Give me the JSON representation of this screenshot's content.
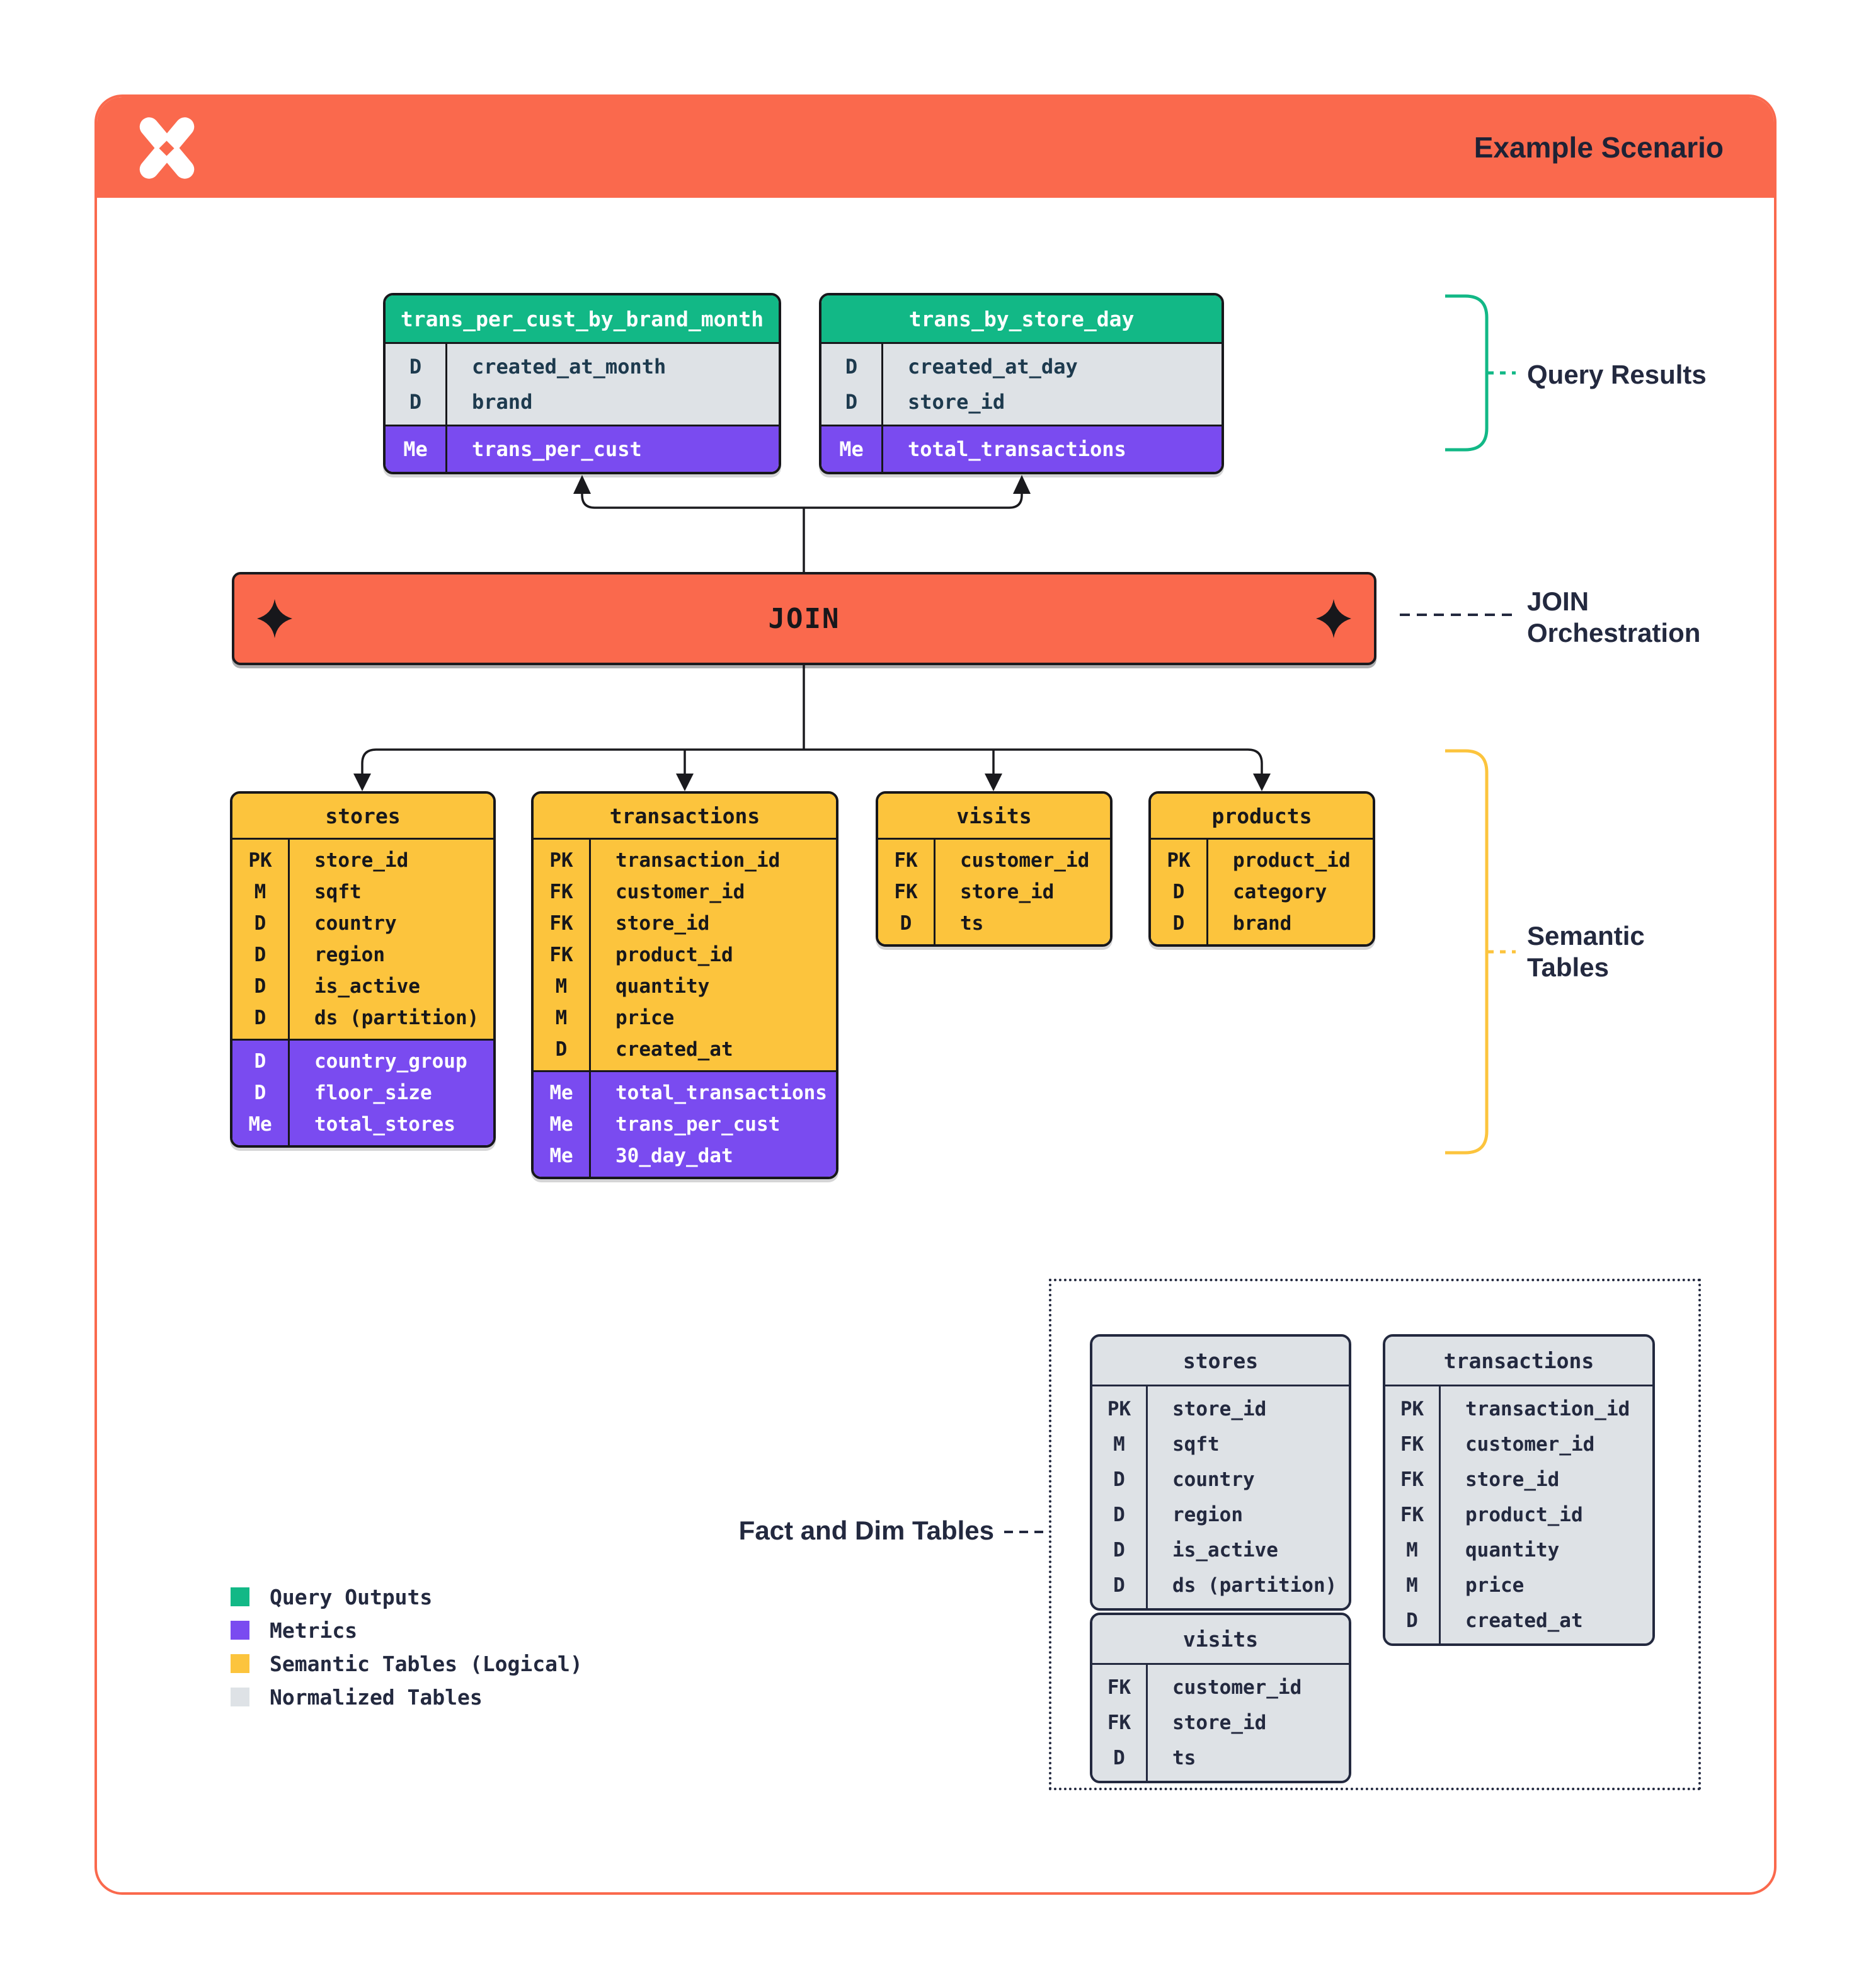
{
  "palette": {
    "orange": "#FA694D",
    "green": "#12B886",
    "purple": "#7A4BF0",
    "yellow": "#FCC43D",
    "gray": "#DEE2E6",
    "ink": "#1A1A1E",
    "navy": "#23293F"
  },
  "header": {
    "title": "Example Scenario",
    "logo": "dagster-logo"
  },
  "join": {
    "label": "JOIN"
  },
  "labels": {
    "query_results": "Query Results",
    "join_orchestration_1": "JOIN",
    "join_orchestration_2": "Orchestration",
    "semantic_1": "Semantic",
    "semantic_2": "Tables",
    "fact_dim": "Fact and Dim Tables"
  },
  "qr": [
    {
      "name": "trans_per_cust_by_brand_month",
      "dims": [
        {
          "k": "D",
          "f": "created_at_month"
        },
        {
          "k": "D",
          "f": "brand"
        }
      ],
      "metrics": [
        {
          "k": "Me",
          "f": "trans_per_cust"
        }
      ]
    },
    {
      "name": "trans_by_store_day",
      "dims": [
        {
          "k": "D",
          "f": "created_at_day"
        },
        {
          "k": "D",
          "f": "store_id"
        }
      ],
      "metrics": [
        {
          "k": "Me",
          "f": "total_transactions"
        }
      ]
    }
  ],
  "sem": [
    {
      "name": "stores",
      "dims": [
        {
          "k": "PK",
          "f": "store_id"
        },
        {
          "k": "M",
          "f": "sqft"
        },
        {
          "k": "D",
          "f": "country"
        },
        {
          "k": "D",
          "f": "region"
        },
        {
          "k": "D",
          "f": "is_active"
        },
        {
          "k": "D",
          "f": "ds (partition)"
        }
      ],
      "metrics": [
        {
          "k": "D",
          "f": "country_group"
        },
        {
          "k": "D",
          "f": "floor_size"
        },
        {
          "k": "Me",
          "f": "total_stores"
        }
      ]
    },
    {
      "name": "transactions",
      "dims": [
        {
          "k": "PK",
          "f": "transaction_id"
        },
        {
          "k": "FK",
          "f": "customer_id"
        },
        {
          "k": "FK",
          "f": "store_id"
        },
        {
          "k": "FK",
          "f": "product_id"
        },
        {
          "k": "M",
          "f": "quantity"
        },
        {
          "k": "M",
          "f": "price"
        },
        {
          "k": "D",
          "f": "created_at"
        }
      ],
      "metrics": [
        {
          "k": "Me",
          "f": "total_transactions"
        },
        {
          "k": "Me",
          "f": "trans_per_cust"
        },
        {
          "k": "Me",
          "f": "30_day_dat"
        }
      ]
    },
    {
      "name": "visits",
      "dims": [
        {
          "k": "FK",
          "f": "customer_id"
        },
        {
          "k": "FK",
          "f": "store_id"
        },
        {
          "k": "D",
          "f": "ts"
        }
      ],
      "metrics": []
    },
    {
      "name": "products",
      "dims": [
        {
          "k": "PK",
          "f": "product_id"
        },
        {
          "k": "D",
          "f": "category"
        },
        {
          "k": "D",
          "f": "brand"
        }
      ],
      "metrics": []
    }
  ],
  "norm": [
    {
      "name": "stores",
      "rows": [
        {
          "k": "PK",
          "f": "store_id"
        },
        {
          "k": "M",
          "f": "sqft"
        },
        {
          "k": "D",
          "f": "country"
        },
        {
          "k": "D",
          "f": "region"
        },
        {
          "k": "D",
          "f": "is_active"
        },
        {
          "k": "D",
          "f": "ds (partition)"
        }
      ]
    },
    {
      "name": "transactions",
      "rows": [
        {
          "k": "PK",
          "f": "transaction_id"
        },
        {
          "k": "FK",
          "f": "customer_id"
        },
        {
          "k": "FK",
          "f": "store_id"
        },
        {
          "k": "FK",
          "f": "product_id"
        },
        {
          "k": "M",
          "f": "quantity"
        },
        {
          "k": "M",
          "f": "price"
        },
        {
          "k": "D",
          "f": "created_at"
        }
      ]
    },
    {
      "name": "visits",
      "rows": [
        {
          "k": "FK",
          "f": "customer_id"
        },
        {
          "k": "FK",
          "f": "store_id"
        },
        {
          "k": "D",
          "f": "ts"
        }
      ]
    }
  ],
  "legend": [
    {
      "label": "Query Outputs",
      "color": "#12B886"
    },
    {
      "label": "Metrics",
      "color": "#7A4BF0"
    },
    {
      "label": "Semantic Tables (Logical)",
      "color": "#FCC43D"
    },
    {
      "label": "Normalized Tables",
      "color": "#DEE2E6"
    }
  ]
}
